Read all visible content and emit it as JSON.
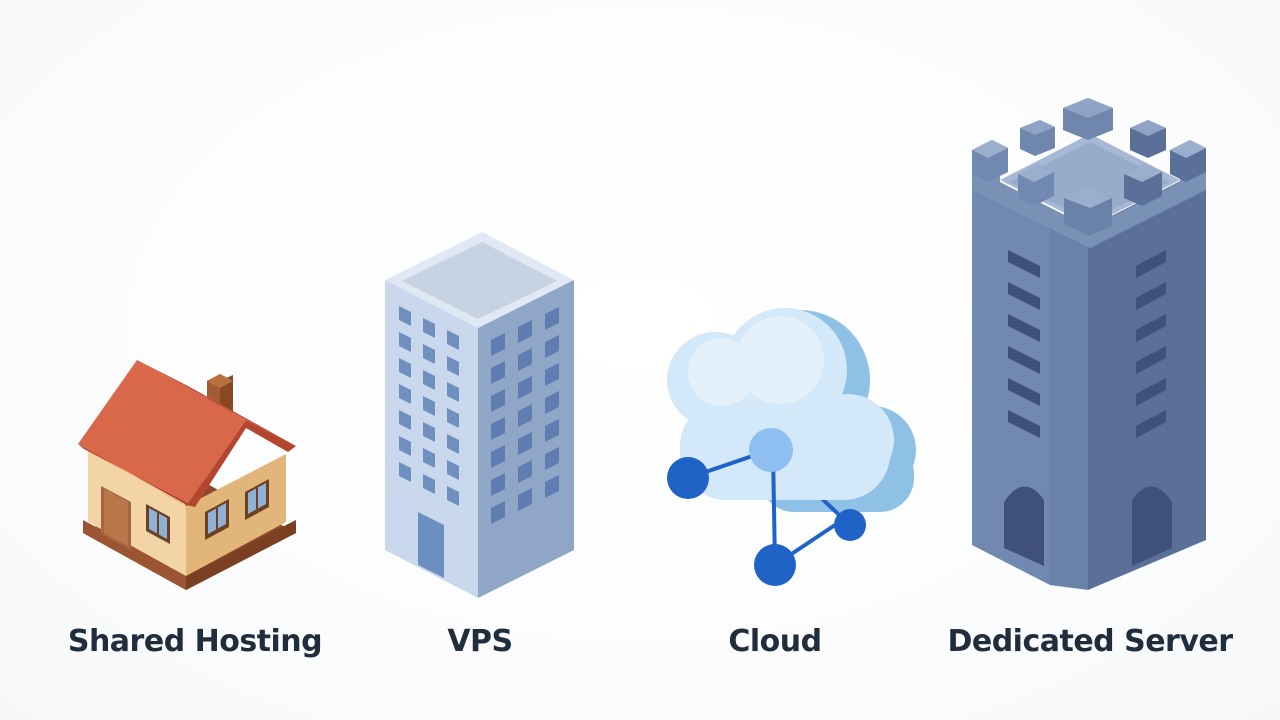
{
  "tiers": [
    {
      "id": "shared",
      "label": "Shared Hosting",
      "icon": "house-icon"
    },
    {
      "id": "vps",
      "label": "VPS",
      "icon": "office-building-icon"
    },
    {
      "id": "cloud",
      "label": "Cloud",
      "icon": "cloud-network-icon"
    },
    {
      "id": "dedicated",
      "label": "Dedicated Server",
      "icon": "castle-tower-icon"
    }
  ],
  "colors": {
    "label_text": "#1f2d3d",
    "roof": "#d9674a",
    "house_wall": "#f3d4a6",
    "door": "#a5663f",
    "building_light": "#c5d6ea",
    "building_dark": "#8ea6c6",
    "window": "#6f8fbf",
    "cloud": "#cfe4f6",
    "network_node": "#1f63c7",
    "tower_front": "#6f86ad",
    "tower_side": "#5a6f96",
    "tower_top": "#9bb0cf"
  }
}
